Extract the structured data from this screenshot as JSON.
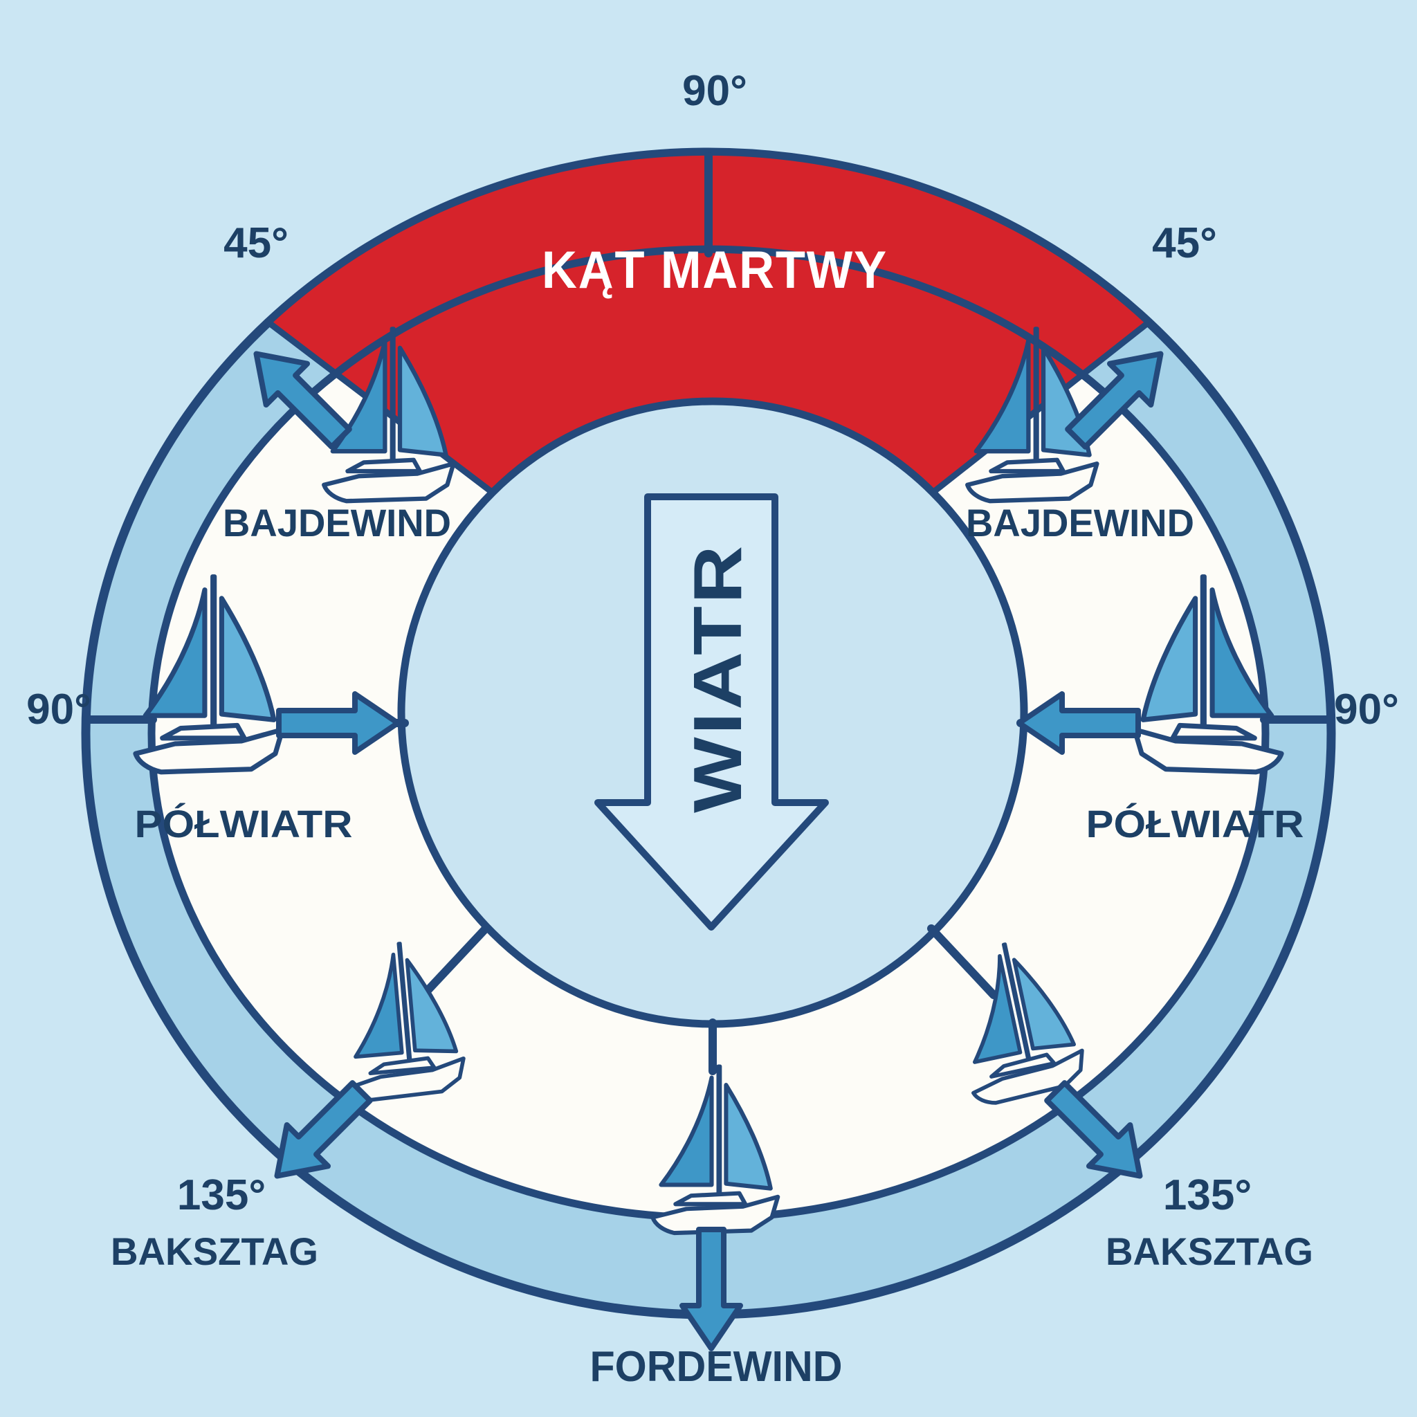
{
  "labels": {
    "dead_zone": "KĄT MARTWY",
    "wind": "WIATR",
    "angle_top": "90°",
    "angle_45_left": "45°",
    "angle_45_right": "45°",
    "angle_90_left": "90°",
    "angle_90_right": "90°",
    "angle_135_left": "135°",
    "angle_135_right": "135°",
    "bajdewind_left": "BAJDEWIND",
    "bajdewind_right": "BAJDEWIND",
    "polwiatr_left": "PÓŁWIATR",
    "polwiatr_right": "PÓŁWIATR",
    "baksztag_left": "BAKSZTAG",
    "baksztag_right": "BAKSZTAG",
    "fordewind": "FORDEWIND"
  },
  "colors": {
    "background": "#cbe6f3",
    "ring_fill": "#a6d2e8",
    "annulus_fill": "#fdfcf7",
    "center_circle_fill": "#c9e4f2",
    "dead_zone_red": "#d6232b",
    "dead_zone_text": "#ffffff",
    "navy_line": "#24497b",
    "navy_text": "#1d4065",
    "sail_dark": "#3e97c7",
    "sail_light": "#63b2da",
    "arrow_blue": "#3e97c7",
    "wind_arrow_fill": "#d5ebf7"
  }
}
